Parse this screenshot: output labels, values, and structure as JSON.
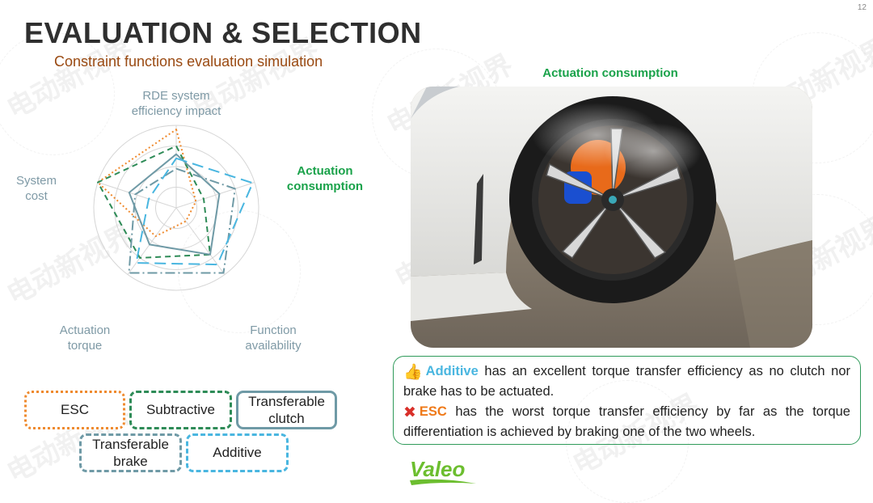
{
  "page_number": "12",
  "title": "EVALUATION & SELECTION",
  "subtitle": "Constraint functions evaluation simulation",
  "watermark": "电动新视界",
  "chart_data": {
    "type": "radar",
    "axes": [
      {
        "lines": [
          "RDE system",
          "efficiency impact"
        ],
        "highlight": false
      },
      {
        "lines": [
          "Actuation",
          "consumption"
        ],
        "highlight": true
      },
      {
        "lines": [
          "Function",
          "availability"
        ],
        "highlight": false
      },
      {
        "lines": [
          "Actuation",
          "torque"
        ],
        "highlight": false
      },
      {
        "lines": [
          "System",
          "cost"
        ],
        "highlight": false
      }
    ],
    "range": [
      0,
      4
    ],
    "grid_rings": 4,
    "series": [
      {
        "name": "ESC",
        "values": [
          3.8,
          1.0,
          0.8,
          1.7,
          4.0
        ],
        "color": "#ef8a2e",
        "dash": "2,3"
      },
      {
        "name": "Subtractive",
        "values": [
          3.0,
          1.4,
          2.8,
          3.0,
          4.0
        ],
        "color": "#2e8b57",
        "dash": "7,5"
      },
      {
        "name": "Transferable clutch",
        "values": [
          2.6,
          2.2,
          2.8,
          2.2,
          2.4
        ],
        "color": "#6f9aa6",
        "dash": ""
      },
      {
        "name": "Transferable brake",
        "values": [
          1.9,
          3.0,
          3.9,
          3.9,
          2.1
        ],
        "color": "#6f9aa6",
        "dash": "12,4,2,4"
      },
      {
        "name": "Additive",
        "values": [
          2.4,
          3.9,
          3.4,
          3.3,
          1.4
        ],
        "color": "#49b6e0",
        "dash": "14,7"
      }
    ],
    "legend": [
      {
        "label": "ESC",
        "color": "#ef8a2e",
        "style": "dotted"
      },
      {
        "label": "Subtractive",
        "color": "#2e8b57",
        "style": "dashed"
      },
      {
        "label": "Transferable clutch",
        "color": "#6f9aa6",
        "style": "solid"
      },
      {
        "label": "Transferable brake",
        "color": "#6f9aa6",
        "style": "dashed"
      },
      {
        "label": "Additive",
        "color": "#49b6e0",
        "style": "dashed"
      }
    ]
  },
  "legend_text": {
    "esc": "ESC",
    "subtractive": "Subtractive",
    "clutch_l1": "Transferable",
    "clutch_l2": "clutch",
    "brake_l1": "Transferable",
    "brake_l2": "brake",
    "additive": "Additive"
  },
  "photo": {
    "caption": "Actuation consumption"
  },
  "notes": {
    "line1_keyword": "Additive",
    "line1_text": " has an excellent torque transfer efficiency as no clutch nor brake has to be actuated.",
    "line2_keyword": "ESC",
    "line2_text": " has the worst torque transfer efficiency by far as the torque differentiation is achieved by braking one of the two wheels.",
    "thumb_icon": "thumbs-up-icon",
    "cross_icon": "cross-icon"
  },
  "logo": {
    "text": "Valeo",
    "color": "#6cbe2f"
  }
}
